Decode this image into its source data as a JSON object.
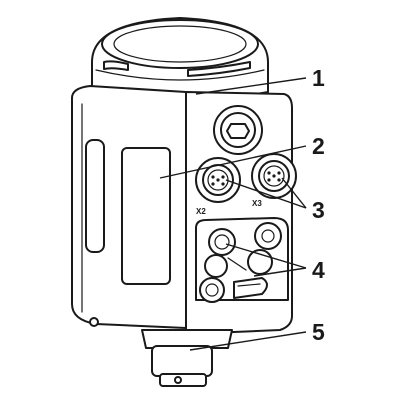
{
  "callouts": {
    "c1": "1",
    "c2": "2",
    "c3": "3",
    "c4": "4",
    "c5": "5"
  },
  "ports": {
    "left": "X2",
    "right": "X3"
  },
  "colors": {
    "line": "#1a1a1a",
    "background": "#ffffff",
    "shade": "#d9d9d9"
  }
}
